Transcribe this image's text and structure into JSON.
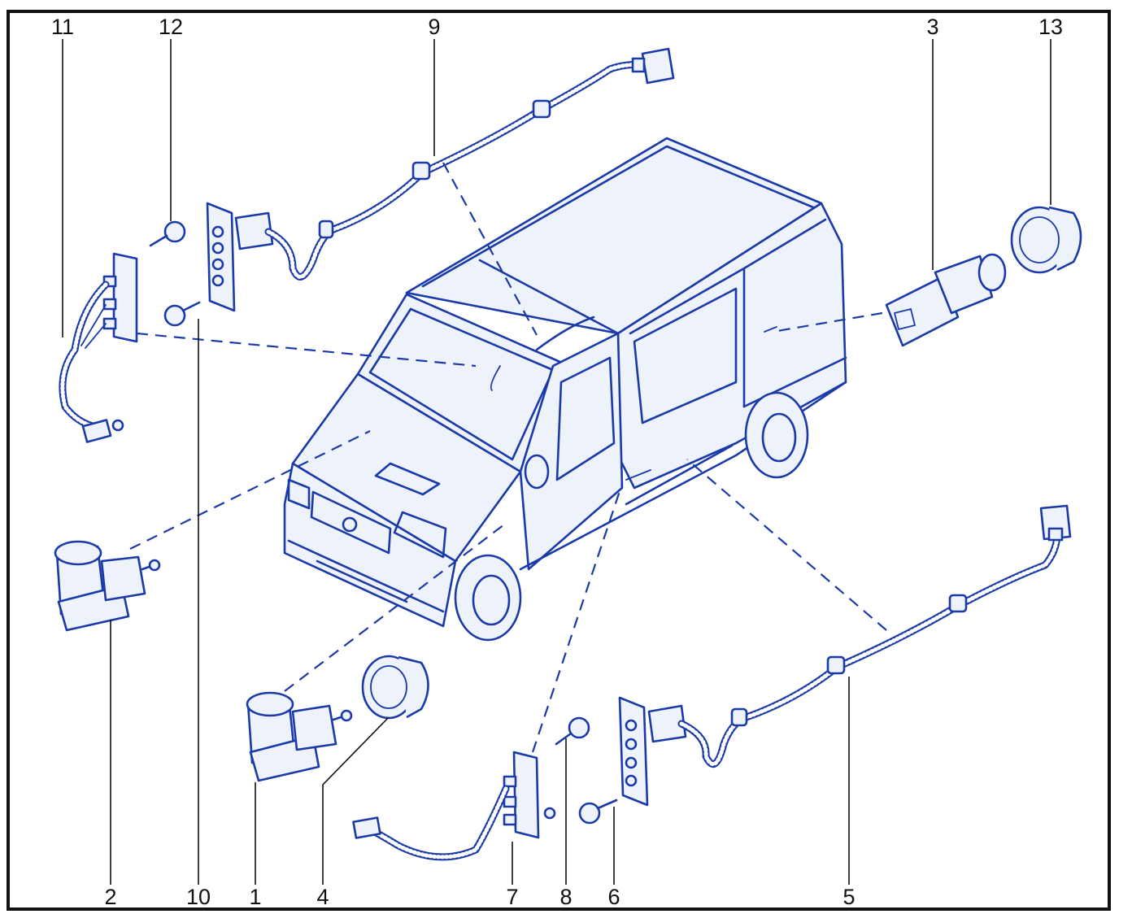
{
  "diagram": {
    "colors": {
      "line": "#1a3aa8",
      "text": "#111111",
      "frame": "#111111",
      "fill": "#eef2fb"
    },
    "callouts": [
      {
        "id": "c11",
        "text": "11"
      },
      {
        "id": "c12",
        "text": "12"
      },
      {
        "id": "c9",
        "text": "9"
      },
      {
        "id": "c3",
        "text": "3"
      },
      {
        "id": "c13",
        "text": "13"
      },
      {
        "id": "c2",
        "text": "2"
      },
      {
        "id": "c10",
        "text": "10"
      },
      {
        "id": "c1",
        "text": "1"
      },
      {
        "id": "c4",
        "text": "4"
      },
      {
        "id": "c7",
        "text": "7"
      },
      {
        "id": "c8",
        "text": "8"
      },
      {
        "id": "c6",
        "text": "6"
      },
      {
        "id": "c5",
        "text": "5"
      }
    ]
  }
}
